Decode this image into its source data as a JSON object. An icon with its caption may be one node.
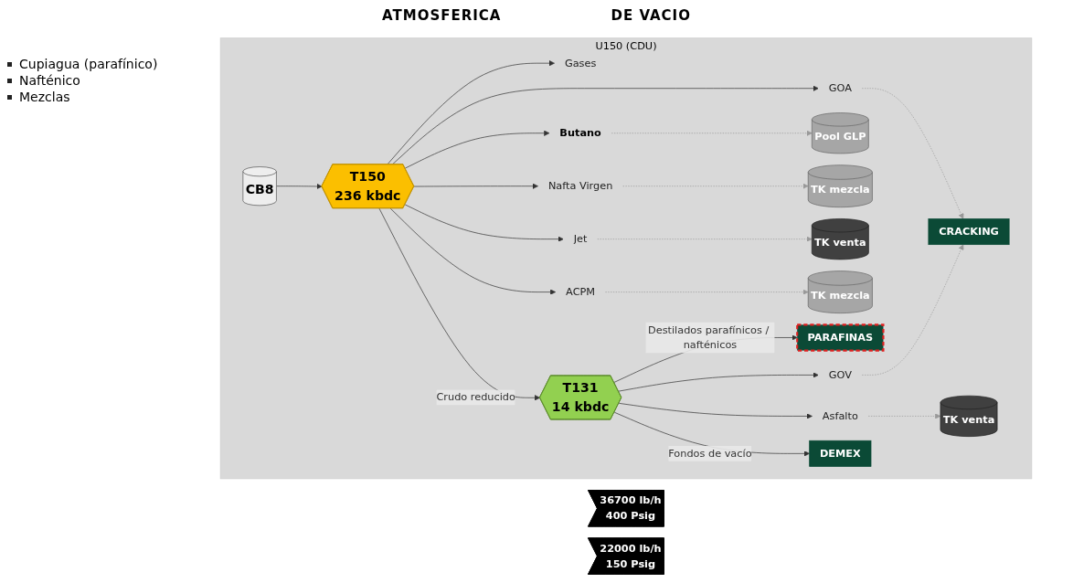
{
  "diagram": {
    "nodes": [
      {
        "text": [
          "U150 (CDU)"
        ]
      },
      {
        "text": [
          "36700 lb/h",
          "400 Psig"
        ]
      },
      {
        "text": [
          "22000 lb/h",
          "150 Psig"
        ]
      },
      {
        "text": [
          "CB8"
        ],
        "in": 0
      },
      {
        "text": [
          "T150",
          "236 kbdc"
        ],
        "in": 0
      },
      {
        "text": [
          "Gases"
        ],
        "in": 0
      },
      {
        "text": [
          "Butano"
        ],
        "in": 0
      },
      {
        "text": [
          "Nafta Virgen"
        ],
        "in": 0
      },
      {
        "text": [
          "Jet"
        ],
        "in": 0
      },
      {
        "text": [
          "ACPM"
        ],
        "in": 0
      },
      {
        "text": [
          "GOA"
        ],
        "in": 0
      },
      {
        "text": [
          "T131",
          "14 kbdc"
        ],
        "in": 0
      },
      {
        "text": [
          "GOV"
        ],
        "in": 0
      },
      {
        "text": [
          "Asfalto"
        ],
        "in": 0
      },
      {
        "text": [
          "Pool GLP"
        ],
        "in": 0
      },
      {
        "text": [
          "TK mezcla"
        ],
        "in": 0
      },
      {
        "text": [
          "TK venta"
        ],
        "in": 0
      },
      {
        "text": [
          "TK mezcla"
        ],
        "in": 0
      },
      {
        "text": [
          "CRACKING"
        ],
        "in": 0
      },
      {
        "text": [
          "PARAFINAS"
        ],
        "in": 0
      },
      {
        "text": [
          "TK venta"
        ],
        "in": 0
      },
      {
        "text": [
          "DEMEX"
        ],
        "in": 0
      }
    ],
    "edges": [
      {
        "from": 3,
        "to": 4,
        "arrow": "to"
      },
      {
        "from": 4,
        "to": 5,
        "arrow": "to"
      },
      {
        "from": 4,
        "to": 6,
        "arrow": "to"
      },
      {
        "from": 4,
        "to": 7,
        "arrow": "to"
      },
      {
        "from": 4,
        "to": 8,
        "arrow": "to"
      },
      {
        "from": 4,
        "to": 9,
        "arrow": "to"
      },
      {
        "from": 4,
        "to": 10,
        "arrow": "to"
      },
      {
        "from": 4,
        "to": 11,
        "label": "Crudo reducido",
        "arrow": "to"
      },
      {
        "from": 6,
        "to": 14,
        "arrow": "to",
        "style": "dashed",
        "color": "#999999"
      },
      {
        "from": 7,
        "to": 15,
        "arrow": "to",
        "style": "dashed",
        "color": "#999999"
      },
      {
        "from": 8,
        "to": 16,
        "arrow": "to",
        "style": "dashed",
        "color": "#999999"
      },
      {
        "from": 9,
        "to": 17,
        "arrow": "to",
        "style": "dashed",
        "color": "#999999"
      },
      {
        "from": 10,
        "to": 18,
        "arrow": "to",
        "style": "dashed",
        "color": "#999999"
      },
      {
        "from": 11,
        "to": 19,
        "label": "Destilados parafínicos / nafténicos",
        "arrow": "to"
      },
      {
        "from": 11,
        "to": 12,
        "arrow": "to"
      },
      {
        "from": 11,
        "to": 13,
        "arrow": "to"
      },
      {
        "from": 12,
        "to": 18,
        "arrow": "to",
        "style": "dashed",
        "color": "#999999"
      },
      {
        "from": 13,
        "to": 20,
        "arrow": "to",
        "style": "dashed",
        "color": "#999999"
      },
      {
        "from": 11,
        "to": 21,
        "label": "Fondos de vacío",
        "arrow": "to"
      }
    ],
    "labels": [
      "ATMOSFERICA",
      "DE VACIO",
      "Cupiagua (parafínico)",
      "Nafténico",
      "Mezclas"
    ]
  }
}
